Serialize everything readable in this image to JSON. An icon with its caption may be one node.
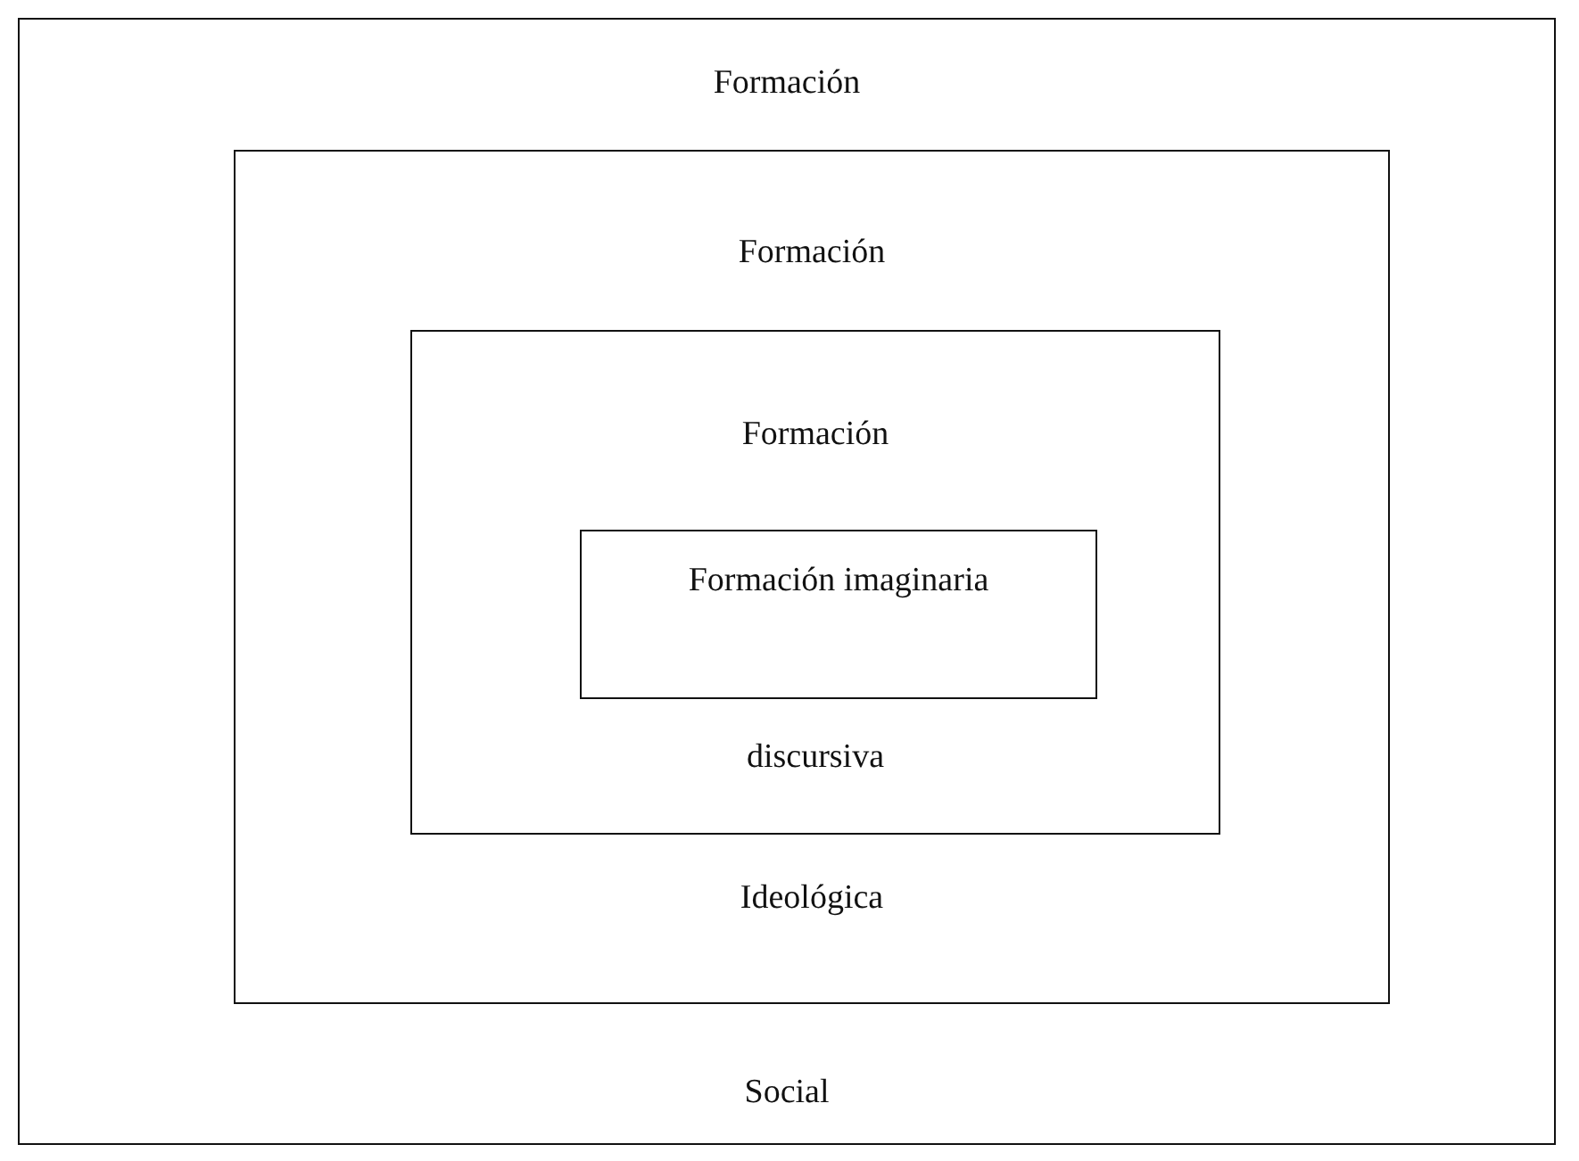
{
  "diagram": {
    "nodes": [
      {
        "text": [
          "Formación",
          "Social"
        ]
      },
      {
        "text": [
          "Formación",
          "Ideológica"
        ],
        "in": 0
      },
      {
        "text": [
          "Formación",
          "discursiva"
        ],
        "in": 1
      },
      {
        "text": [
          "Formación imaginaria"
        ],
        "in": 2
      }
    ]
  }
}
